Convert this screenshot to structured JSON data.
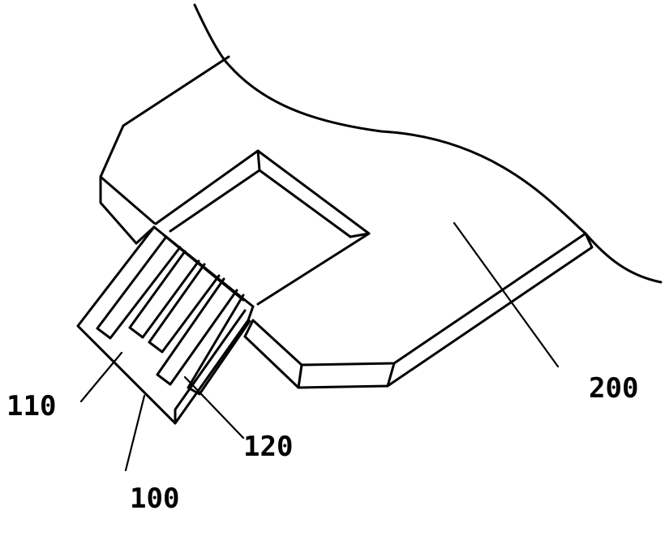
{
  "figure": {
    "labels": {
      "part_100": "100",
      "part_110": "110",
      "part_120": "120",
      "part_200": "200"
    }
  }
}
